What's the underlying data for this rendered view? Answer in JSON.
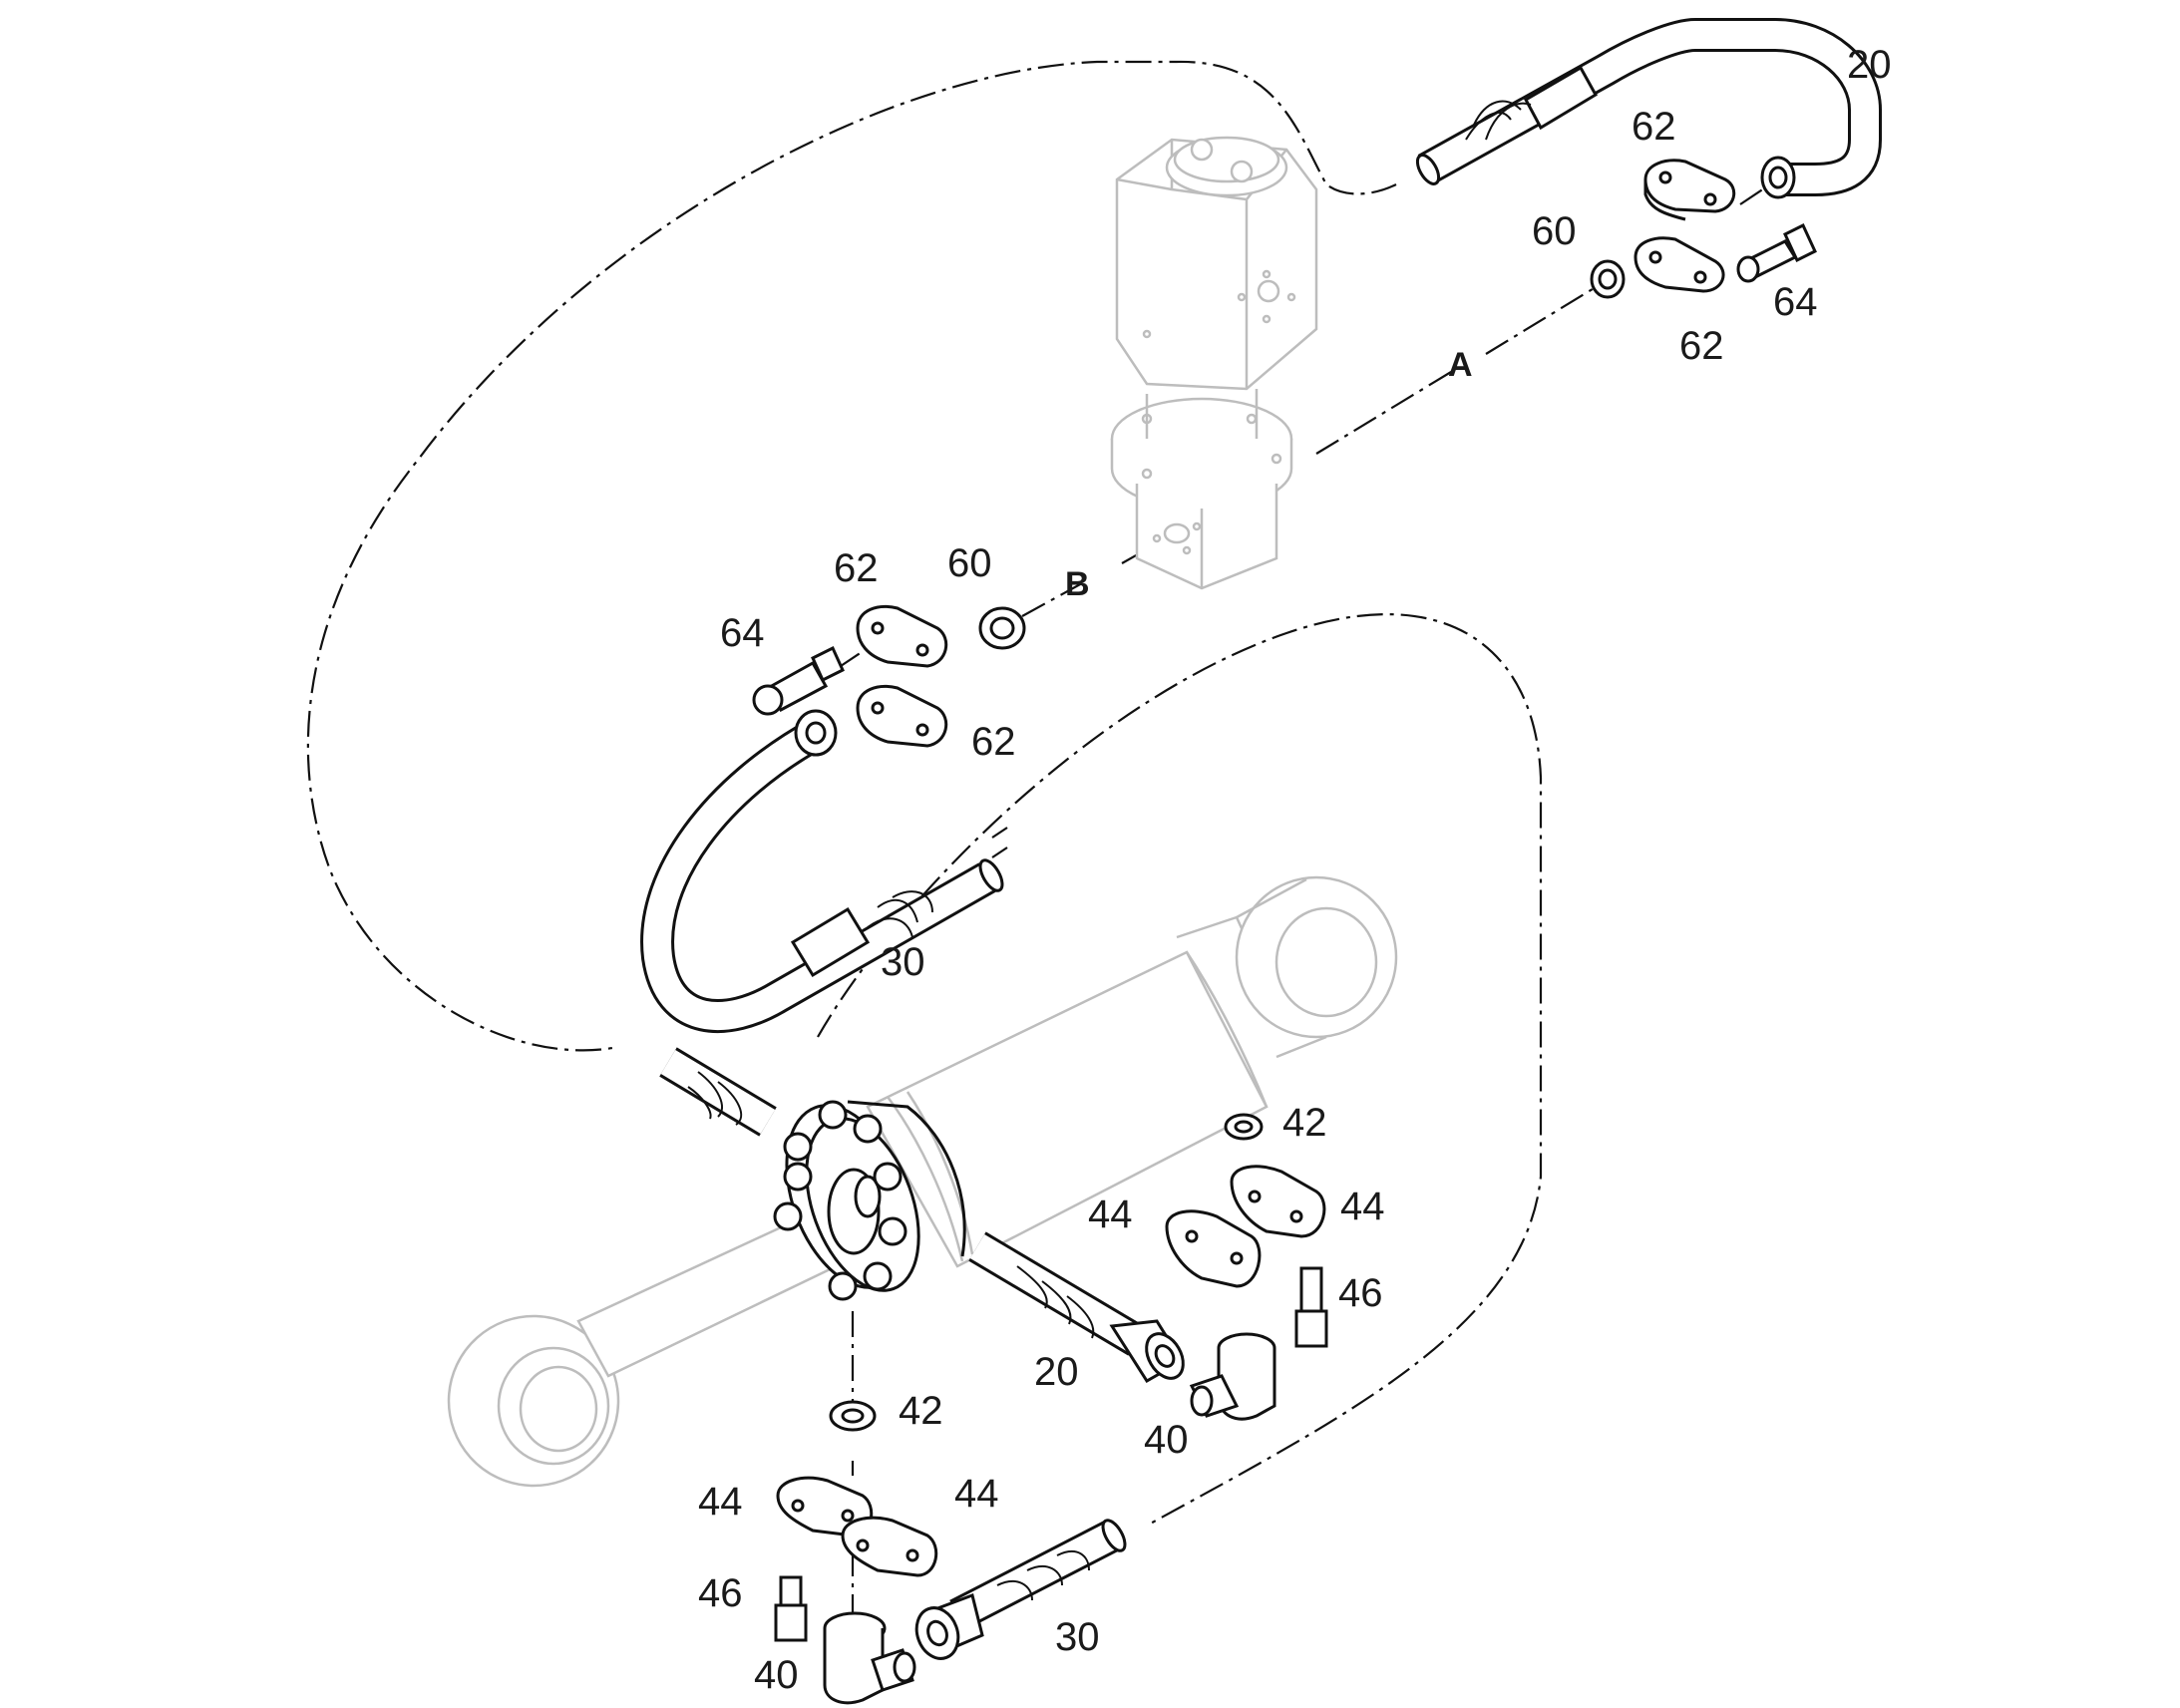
{
  "callouts": {
    "c20_top": "20",
    "c62_top1": "62",
    "c60_top": "60",
    "c64_top": "64",
    "c62_top2": "62",
    "port_a": "A",
    "c62_mid1": "62",
    "c60_mid": "60",
    "port_b": "B",
    "c64_mid": "64",
    "c62_mid2": "62",
    "c30_mid": "30",
    "c42_right": "42",
    "c44_right1": "44",
    "c44_right2": "44",
    "c46_right": "46",
    "c20_bottom": "20",
    "c40_right": "40",
    "c42_left": "42",
    "c44_left1": "44",
    "c44_left2": "44",
    "c46_left": "46",
    "c30_bottom": "30",
    "c40_left": "40"
  },
  "colors": {
    "line": "#111111",
    "ghost_outline": "#bdbdbd",
    "background": "#ffffff"
  }
}
